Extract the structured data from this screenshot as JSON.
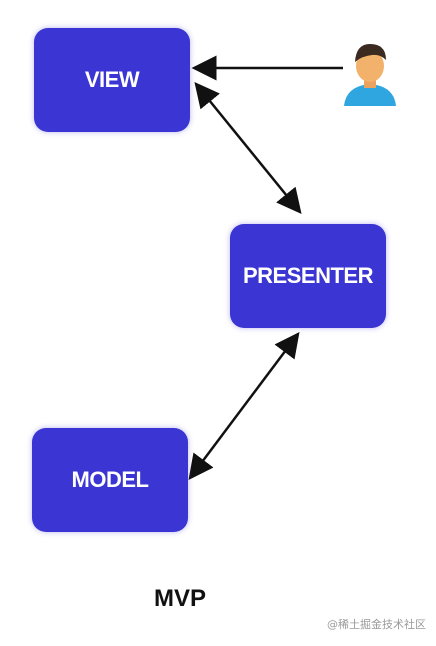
{
  "diagram": {
    "nodes": {
      "view": "VIEW",
      "presenter": "PRESENTER",
      "model": "MODEL"
    },
    "caption": "MVP",
    "watermark": "@稀土掘金技术社区",
    "user_icon": "user-icon",
    "colors": {
      "box_fill": "#3b35d3",
      "box_text": "#ffffff",
      "arrow": "#111111",
      "user_skin": "#f2b26b",
      "user_hair": "#3a2a20",
      "user_shirt": "#2fa6e0"
    },
    "edges": [
      {
        "from": "user",
        "to": "view",
        "direction": "one-way"
      },
      {
        "from": "view",
        "to": "presenter",
        "direction": "two-way"
      },
      {
        "from": "presenter",
        "to": "model",
        "direction": "two-way"
      }
    ]
  }
}
